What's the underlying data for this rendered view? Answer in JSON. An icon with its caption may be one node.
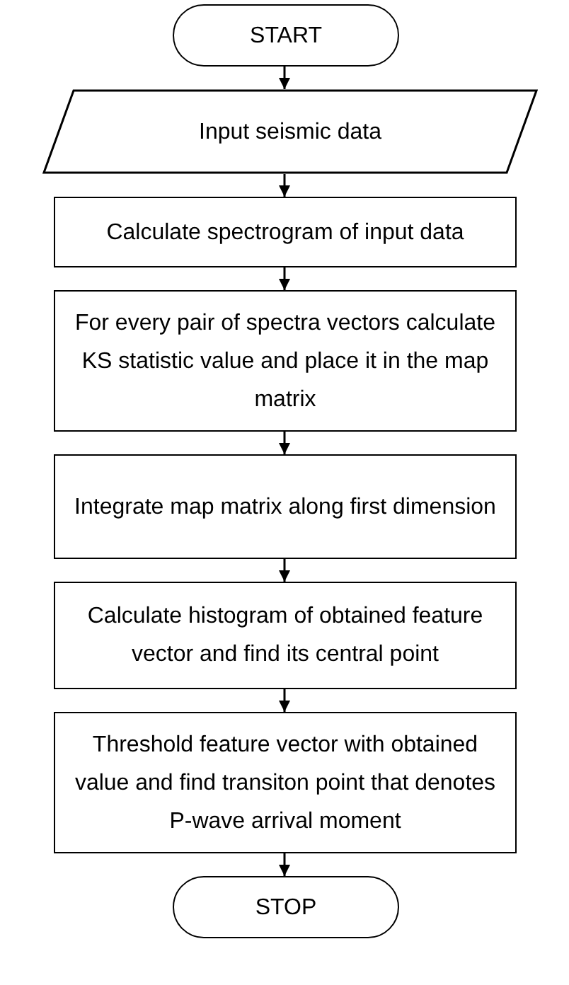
{
  "diagram": {
    "nodes": [
      {
        "text": [
          "START"
        ]
      },
      {
        "text": [
          "Input seismic data"
        ]
      },
      {
        "text": [
          "Calculate spectrogram of input data"
        ]
      },
      {
        "text": [
          "For every pair of spectra vectors calculate KS statistic value and place it in the map matrix"
        ]
      },
      {
        "text": [
          "Integrate map matrix along first dimension"
        ]
      },
      {
        "text": [
          "Calculate histogram of obtained feature vector and find its central point"
        ]
      },
      {
        "text": [
          "Threshold feature vector with obtained value and find transiton point that denotes P-wave arrival moment"
        ]
      },
      {
        "text": [
          "STOP"
        ]
      }
    ],
    "edges": [
      {
        "from": 0,
        "to": 1,
        "arrow": "to"
      },
      {
        "from": 1,
        "to": 2,
        "arrow": "to"
      },
      {
        "from": 2,
        "to": 3,
        "arrow": "to"
      },
      {
        "from": 3,
        "to": 4,
        "arrow": "to"
      },
      {
        "from": 4,
        "to": 5,
        "arrow": "to"
      },
      {
        "from": 5,
        "to": 6,
        "arrow": "to"
      },
      {
        "from": 6,
        "to": 7,
        "arrow": "to"
      }
    ]
  }
}
